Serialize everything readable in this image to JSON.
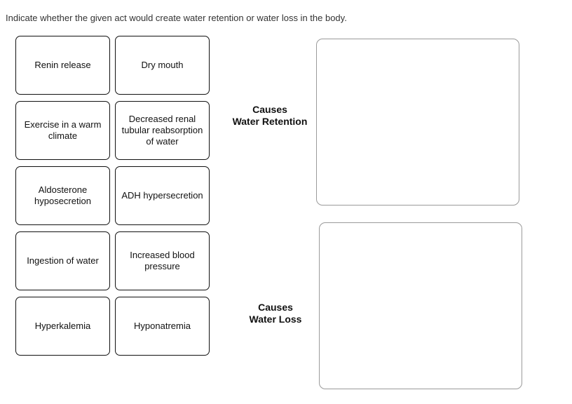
{
  "instruction": "Indicate whether the given act would create water retention or water loss in the body.",
  "cards": [
    {
      "label": "Renin release"
    },
    {
      "label": "Dry mouth"
    },
    {
      "label": "Exercise in a warm climate"
    },
    {
      "label": "Decreased renal tubular reabsorption of water"
    },
    {
      "label": "Aldosterone hyposecretion"
    },
    {
      "label": "ADH hypersecretion"
    },
    {
      "label": "Ingestion of water"
    },
    {
      "label": "Increased blood pressure"
    },
    {
      "label": "Hyperkalemia"
    },
    {
      "label": "Hyponatremia"
    }
  ],
  "targets": [
    {
      "label_lines": [
        "Causes",
        "Water Retention"
      ]
    },
    {
      "label_lines": [
        "Causes",
        "Water Loss"
      ]
    }
  ],
  "colors": {
    "card_border": "#111111",
    "dropzone_border": "#9a9a9a",
    "text": "#333333"
  }
}
